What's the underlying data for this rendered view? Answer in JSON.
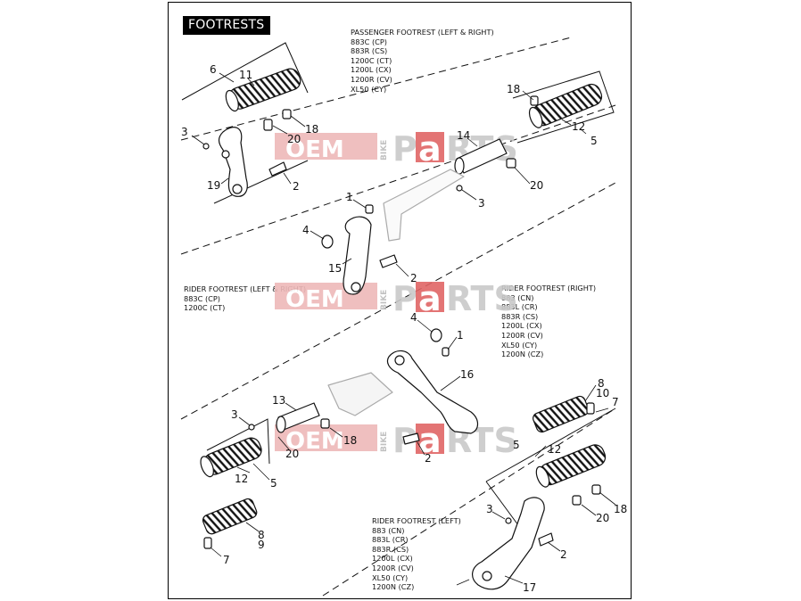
{
  "title": "FOOTRESTS",
  "watermark": {
    "oem": "OEM",
    "bike": "BIKE",
    "parts_a": "P",
    "parts_b": "a",
    "parts_c": "RTS"
  },
  "passenger": {
    "heading": "PASSENGER FOOTREST (LEFT & RIGHT)",
    "models": [
      "883C (CP)",
      "883R (CS)",
      "1200C (CT)",
      "1200L (CX)",
      "1200R (CV)",
      "XL50 (CY)"
    ]
  },
  "rider_lr": {
    "heading": "RIDER FOOTREST (LEFT & RIGHT)",
    "models": [
      "883C (CP)",
      "1200C (CT)"
    ]
  },
  "rider_right": {
    "heading": "RIDER FOOTREST (RIGHT)",
    "models": [
      "883 (CN)",
      "883L (CR)",
      "883R (CS)",
      "1200L (CX)",
      "1200R (CV)",
      "XL50 (CY)",
      "1200N (CZ)"
    ]
  },
  "rider_left": {
    "heading": "RIDER FOOTREST (LEFT)",
    "models": [
      "883 (CN)",
      "883L (CR)",
      "883R (CS)",
      "1200L (CX)",
      "1200R (CV)",
      "XL50 (CY)",
      "1200N (CZ)"
    ]
  },
  "callouts": [
    "6",
    "11",
    "3",
    "19",
    "2",
    "20",
    "18",
    "18",
    "14",
    "12",
    "5",
    "20",
    "3",
    "1",
    "4",
    "15",
    "2",
    "4",
    "1",
    "16",
    "13",
    "3",
    "18",
    "20",
    "2",
    "8",
    "10",
    "7",
    "5",
    "12",
    "12",
    "5",
    "8",
    "9",
    "7",
    "3",
    "20",
    "18",
    "2",
    "17"
  ]
}
